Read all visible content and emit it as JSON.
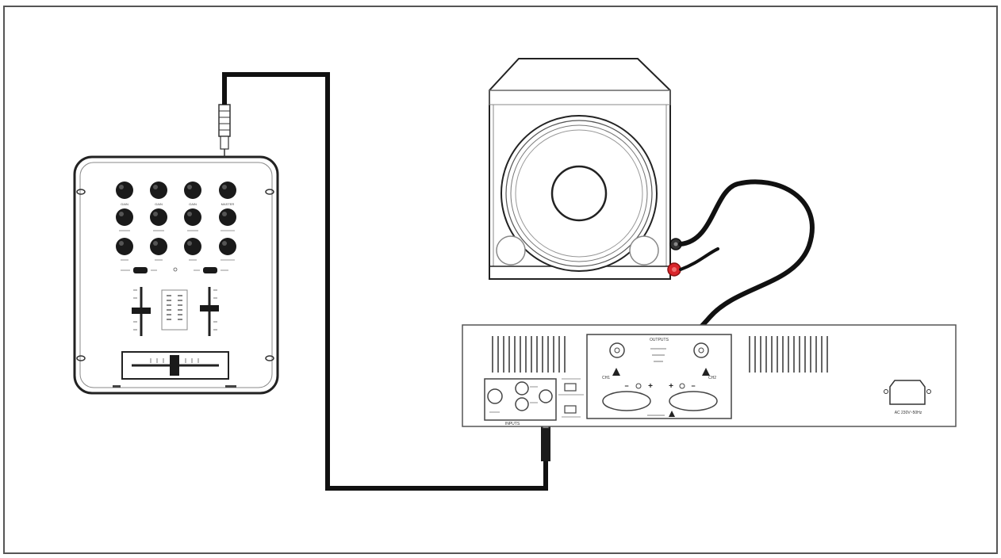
{
  "diagram": {
    "mixer": {
      "channel_labels": [
        "GAIN",
        "GAIN",
        "GAIN",
        "MASTER"
      ]
    },
    "amplifier": {
      "outputs_label": "OUTPUTS",
      "inputs_label": "INPUTS",
      "power_label": "AC 230V~50Hz",
      "left_channel": "CH1",
      "right_channel": "CH2",
      "plus": "+",
      "minus": "−"
    },
    "colors": {
      "line": "#333333",
      "cable": "#111111",
      "red_terminal": "#d9262c"
    }
  }
}
